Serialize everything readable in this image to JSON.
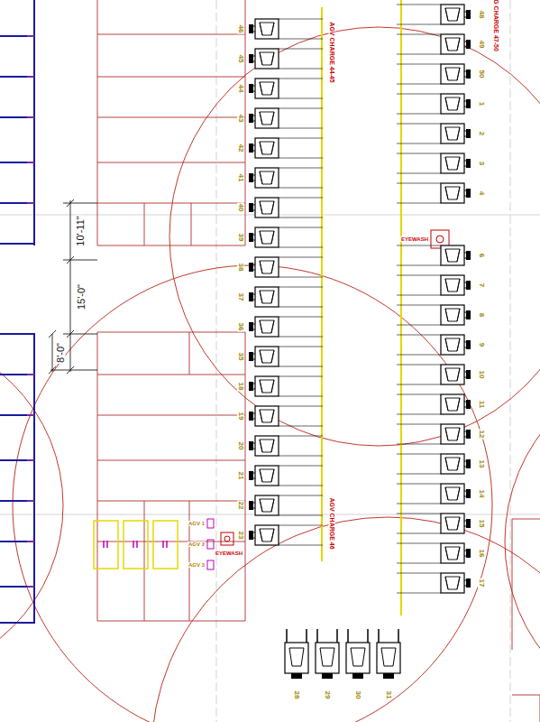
{
  "diagram": {
    "labels": [
      "10'-11\"",
      "15'-0\"",
      "8'-0\"",
      "AGV CHARGE 44-45",
      "AGV CHARGE 46",
      "G CHARGE 47-50",
      "EYEWASH",
      "EYEWASH",
      "AGV 1",
      "AGV 2",
      "AGV 3",
      "46",
      "45",
      "44",
      "43",
      "42",
      "41",
      "40",
      "39",
      "38",
      "37",
      "36",
      "35",
      "18",
      "19",
      "20",
      "21",
      "22",
      "23",
      "48",
      "49",
      "50",
      "1",
      "2",
      "3",
      "4",
      "6",
      "7",
      "8",
      "9",
      "10",
      "11",
      "12",
      "13",
      "14",
      "15",
      "16",
      "17",
      "28",
      "29",
      "30",
      "31"
    ]
  }
}
